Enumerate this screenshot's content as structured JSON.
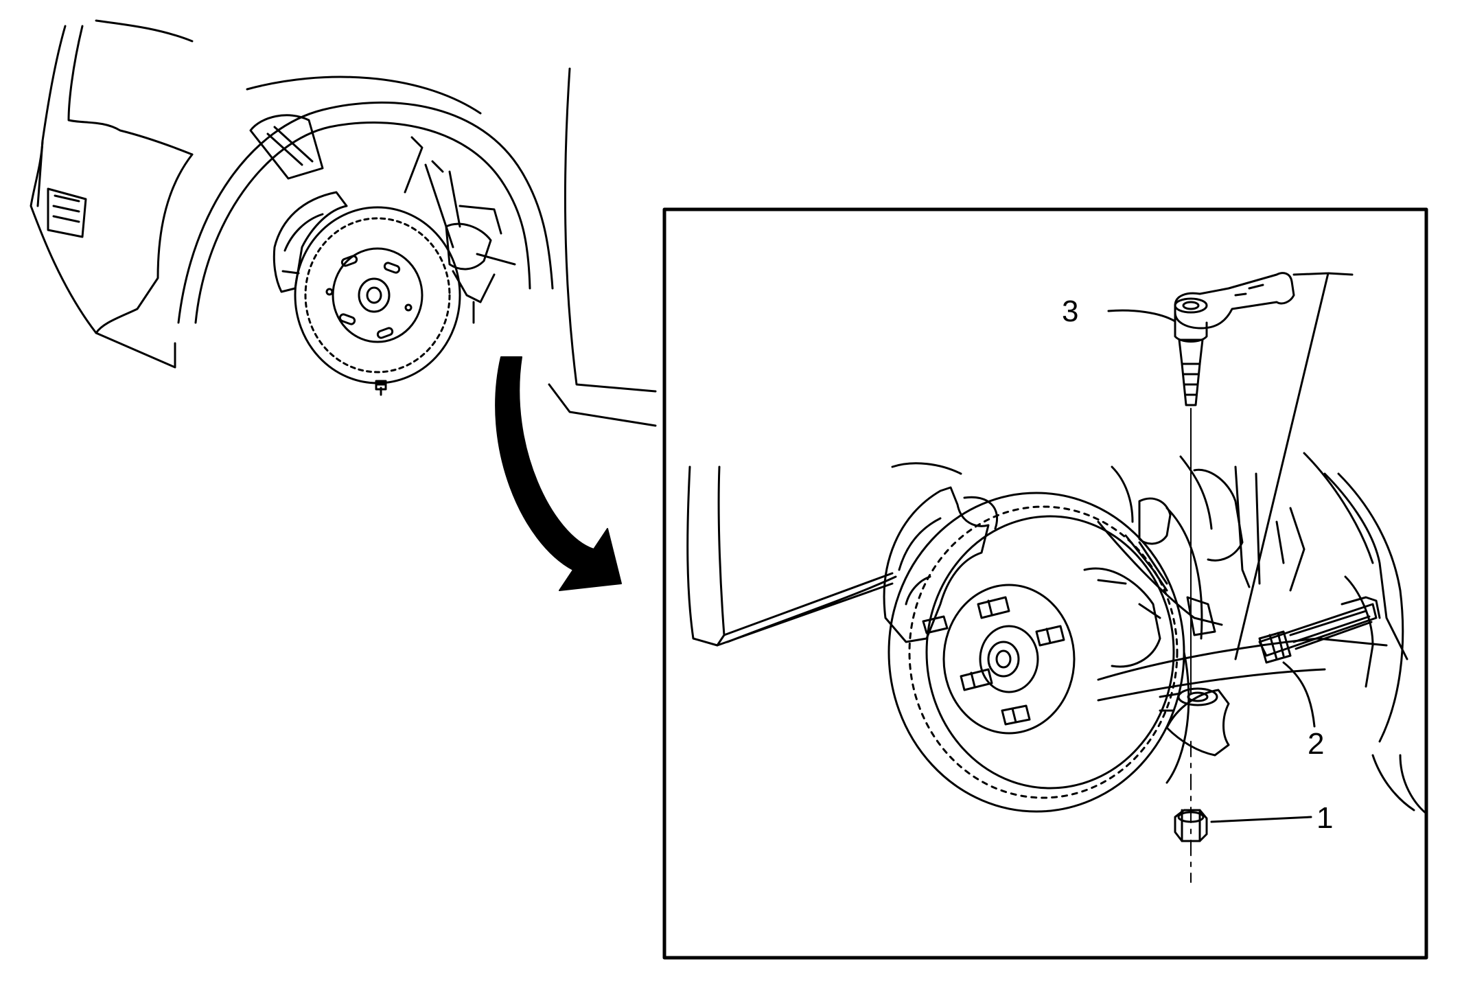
{
  "diagram": {
    "callouts": [
      {
        "id": "1",
        "text": "1"
      },
      {
        "id": "2",
        "text": "2"
      },
      {
        "id": "3",
        "text": "3"
      }
    ],
    "colors": {
      "line": "#000000",
      "fill": "#ffffff",
      "shade": "#111111"
    },
    "icons": [
      "vehicle-wheel-well-overview",
      "zoom-arrow-icon",
      "detail-inset-frame",
      "brake-rotor",
      "outer-tie-rod-end",
      "tie-rod-nut",
      "tie-rod-jam-nut"
    ]
  }
}
